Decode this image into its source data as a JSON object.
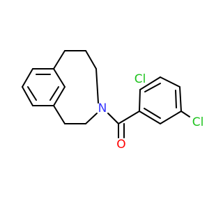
{
  "molecule": {
    "atoms": {
      "nitrogen": "N",
      "oxygen": "O",
      "chlorine_top": "Cl",
      "chlorine_right": "Cl"
    },
    "colors": {
      "bond": "#000000",
      "nitrogen": "#3333ff",
      "oxygen": "#ff0000",
      "chlorine": "#1ec31e",
      "background": "#ffffff"
    }
  }
}
